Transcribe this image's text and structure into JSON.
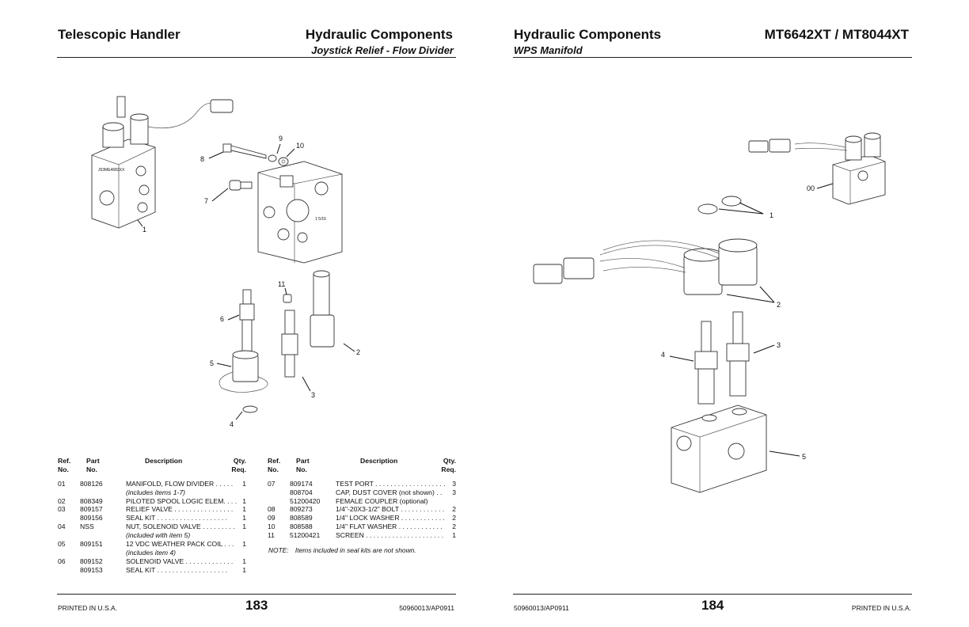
{
  "left_page": {
    "header_title": "Telescopic Handler",
    "header_section": "Hydraulic Components",
    "header_subsection": "Joystick Relief - Flow Divider",
    "callouts": [
      "1",
      "2",
      "3",
      "4",
      "5",
      "6",
      "7",
      "8",
      "9",
      "10",
      "11"
    ],
    "parts_headers": {
      "ref1": "Ref.",
      "ref2": "No.",
      "part1": "Part",
      "part2": "No.",
      "desc": "Description",
      "qty1": "Qty.",
      "qty2": "Req."
    },
    "parts_col1": [
      {
        "ref": "01",
        "part": "808126",
        "desc": "MANIFOLD, FLOW DIVIDER  . . . . .",
        "qty": "1"
      },
      {
        "ref": "",
        "part": "",
        "desc": "(includes items 1-7)",
        "qty": "",
        "italic": true
      },
      {
        "ref": "02",
        "part": "808349",
        "desc": "PILOTED SPOOL LOGIC ELEM. . . .",
        "qty": "1"
      },
      {
        "ref": "03",
        "part": "809157",
        "desc": "RELIEF VALVE  . . . . . . . . . . . . . . . .",
        "qty": "1"
      },
      {
        "ref": "",
        "part": "809156",
        "desc": " SEAL KIT  . . . . . . . . . . . . . . . . . . .",
        "qty": "1"
      },
      {
        "ref": "04",
        "part": "NSS",
        "desc": "NUT, SOLENOID VALVE . . . . . . . . .",
        "qty": "1"
      },
      {
        "ref": "",
        "part": "",
        "desc": "(included with item 5)",
        "qty": "",
        "italic": true
      },
      {
        "ref": "05",
        "part": "809151",
        "desc": "12 VDC WEATHER PACK COIL  . . .",
        "qty": "1"
      },
      {
        "ref": "",
        "part": "",
        "desc": "(includes item 4)",
        "qty": "",
        "italic": true
      },
      {
        "ref": "06",
        "part": "809152",
        "desc": "SOLENOID VALVE  . . . . . . . . . . . . .",
        "qty": "1"
      },
      {
        "ref": "",
        "part": "809153",
        "desc": " SEAL KIT  . . . . . . . . . . . . . . . . . . .",
        "qty": "1"
      }
    ],
    "parts_col2": [
      {
        "ref": "07",
        "part": "809174",
        "desc": "TEST PORT . . . . . . . . . . . . . . . . . . .",
        "qty": "3"
      },
      {
        "ref": "",
        "part": "808704",
        "desc": " CAP, DUST COVER (not shown)  . .",
        "qty": "3"
      },
      {
        "ref": "",
        "part": "51200420",
        "desc": "FEMALE COUPLER (optional)",
        "qty": ""
      },
      {
        "ref": "08",
        "part": "809273",
        "desc": "1/4\"-20X3-1/2\" BOLT  . . . . . . . . . . . .",
        "qty": "2"
      },
      {
        "ref": "09",
        "part": "808589",
        "desc": "1/4\" LOCK WASHER  . . . . . . . . . . . .",
        "qty": "2"
      },
      {
        "ref": "10",
        "part": "808588",
        "desc": "1/4\" FLAT WASHER  . . . . . . . . . . . .",
        "qty": "2"
      },
      {
        "ref": "11",
        "part": "51200421",
        "desc": "SCREEN  . . . . . . . . . . . . . . . . . . . . .",
        "qty": "1"
      }
    ],
    "note_label": "NOTE:",
    "note_text": "Items included in seal kits are not shown.",
    "footer_left": "PRINTED IN U.S.A.",
    "page_number": "183",
    "footer_right": "50960013/AP0911"
  },
  "right_page": {
    "header_section": "Hydraulic Components",
    "header_model": "MT6642XT / MT8044XT",
    "header_subsection": "WPS Manifold",
    "callouts": [
      "00",
      "1",
      "2",
      "3",
      "4",
      "5"
    ],
    "footer_left": "50960013/AP0911",
    "page_number": "184",
    "footer_right": "PRINTED IN U.S.A."
  }
}
